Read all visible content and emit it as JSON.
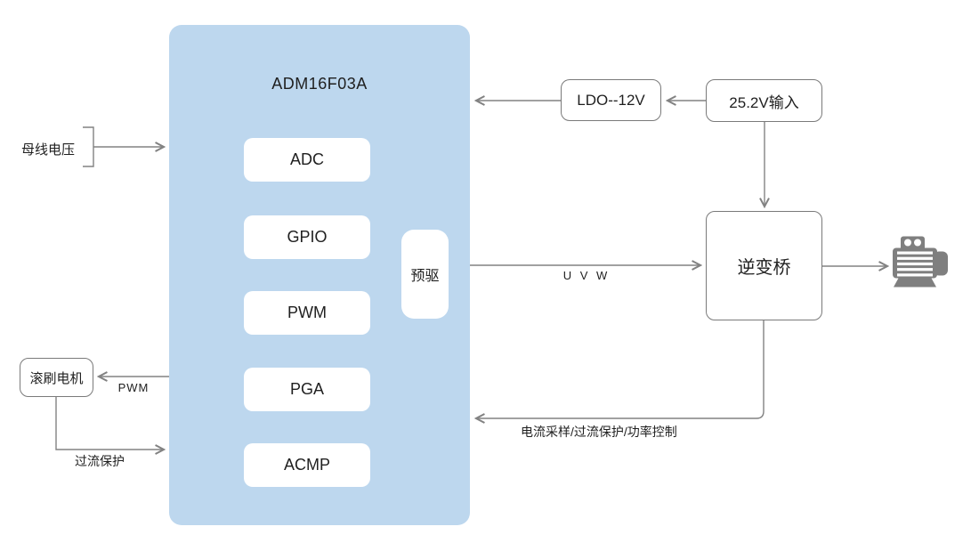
{
  "diagram": {
    "chip": {
      "title": "ADM16F03A",
      "modules": [
        "ADC",
        "GPIO",
        "PWM",
        "PGA",
        "ACMP"
      ],
      "predriver": "预驱"
    },
    "nodes": {
      "ldo": "LDO--12V",
      "power_input": "25.2V输入",
      "inverter_bridge": "逆变桥",
      "brush_motor": "滚刷电机"
    },
    "labels": {
      "bus_voltage": "母线电压",
      "uvw": "U V W",
      "feedback": "电流采样/过流保护/功率控制",
      "pwm": "PWM",
      "overcurrent_protection": "过流保护"
    },
    "colors": {
      "chip_fill": "#BDD7EE",
      "module_fill": "#FFFFFF",
      "wire": "#828282",
      "node_border": "#7A7A7A",
      "text": "#1F1F1F",
      "motor_icon": "#7F7F7F",
      "background": "#FFFFFF"
    }
  }
}
